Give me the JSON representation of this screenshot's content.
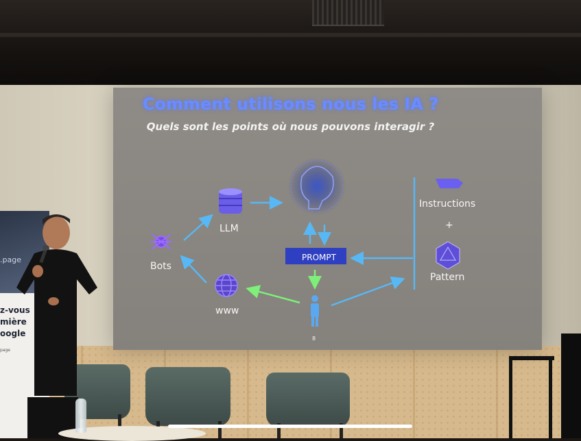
{
  "slide": {
    "title": "Comment utilisons nous les IA ?",
    "subtitle": "Quels sont les points où nous pouvons interagir ?",
    "nodes": {
      "llm": "LLM",
      "bots": "Bots",
      "www": "www",
      "prompt": "PROMPT",
      "instructions": "Instructions",
      "plus": "+",
      "pattern": "Pattern"
    },
    "page_number": "8"
  },
  "banner": {
    "lines": [
      "z-vous",
      "mière",
      "oogle"
    ],
    "fragment": ".page",
    "bottom": "page"
  }
}
